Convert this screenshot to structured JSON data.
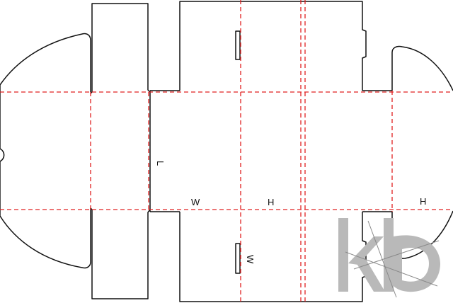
{
  "labels": {
    "length": "L",
    "width_front": "W",
    "height_front": "H",
    "height_side": "H",
    "width_flap": "W"
  },
  "logo": {
    "text": "kb"
  },
  "colors": {
    "cut_line": "#111111",
    "fold_line": "#e02020",
    "logo": "#b9b9b9"
  }
}
